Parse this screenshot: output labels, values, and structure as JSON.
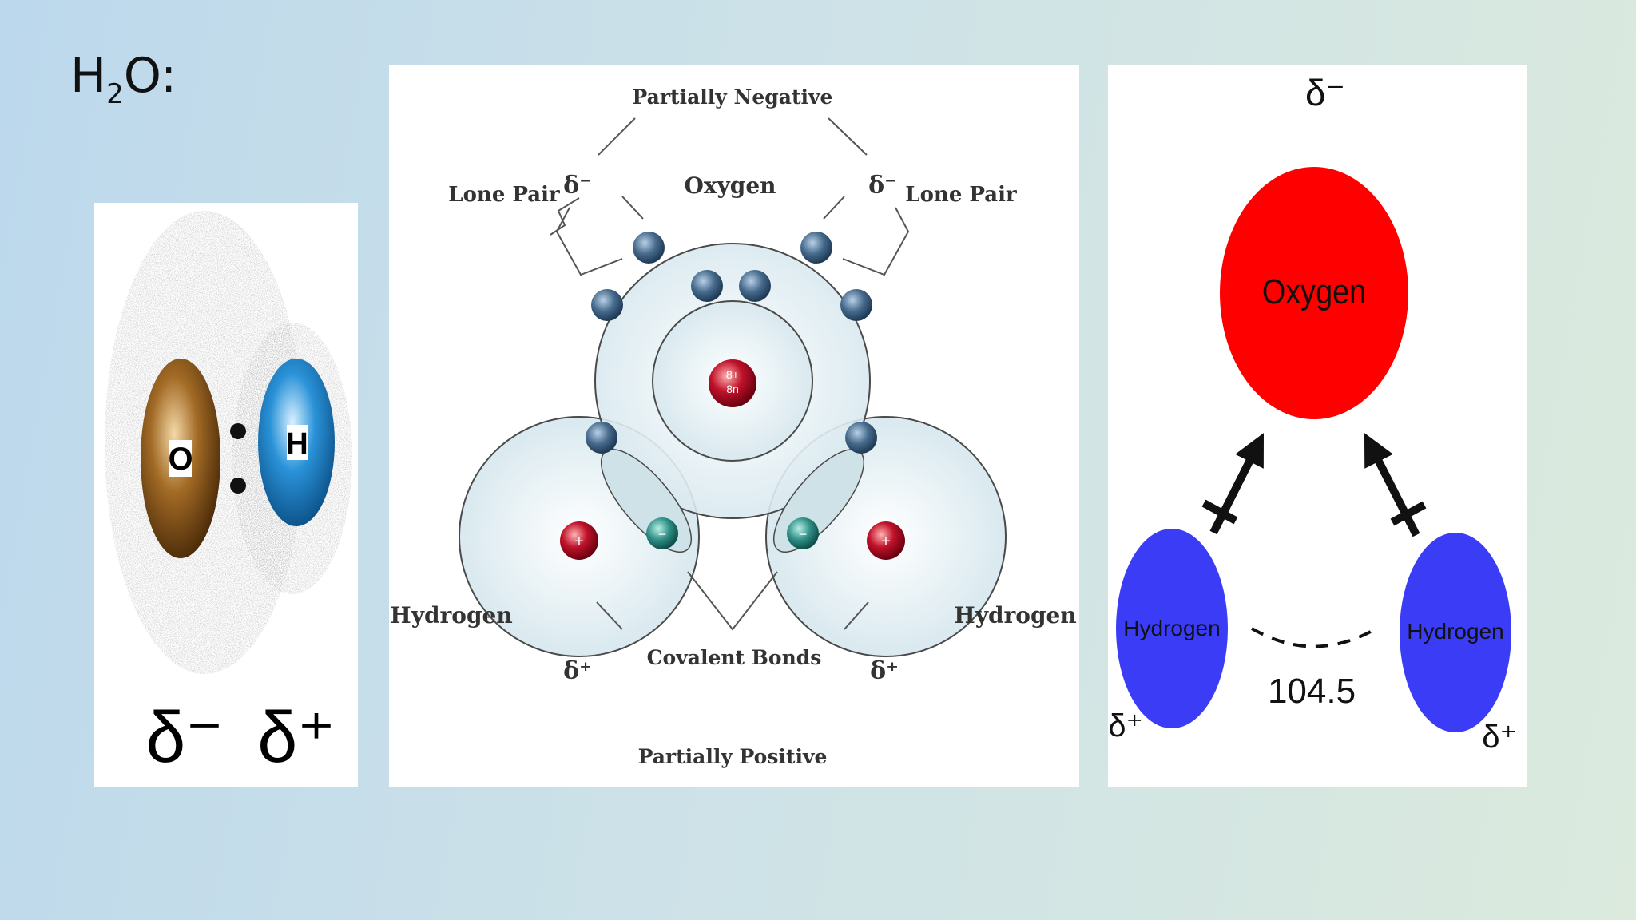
{
  "title": {
    "main": "H",
    "subscript": "2",
    "tail": "O:"
  },
  "left_panel": {
    "oxygen_letter": "O",
    "hydrogen_letter": "H",
    "delta_minus": "δ⁻",
    "delta_plus": "δ⁺"
  },
  "middle_panel": {
    "partially_negative": "Partially Negative",
    "partially_positive": "Partially Positive",
    "oxygen": "Oxygen",
    "lone_pair_left": "Lone Pair",
    "lone_pair_right": "Lone Pair",
    "hydrogen_left": "Hydrogen",
    "hydrogen_right": "Hydrogen",
    "covalent_bonds": "Covalent Bonds",
    "delta_minus": "δ⁻",
    "delta_plus": "δ⁺",
    "nucleus_oxygen_top": "8+",
    "nucleus_oxygen_bottom": "8n",
    "nucleus_hydrogen": "+",
    "electron_sign": "−"
  },
  "right_panel": {
    "oxygen": "Oxygen",
    "hydrogen_left": "Hydrogen",
    "hydrogen_right": "Hydrogen",
    "angle": "104.5",
    "delta_minus": "δ⁻",
    "delta_plus_left": "δ⁺",
    "delta_plus_right": "δ⁺"
  },
  "colors": {
    "oxygen_brown": "#7a4a14",
    "hydrogen_blue": "#1d7fc6",
    "oxygen_red": "#ff0000",
    "hydrogen_violet": "#3b3cf5",
    "electron": "#466a8c",
    "bond_electron": "#2f8f86",
    "nucleus": "#c0122a"
  }
}
